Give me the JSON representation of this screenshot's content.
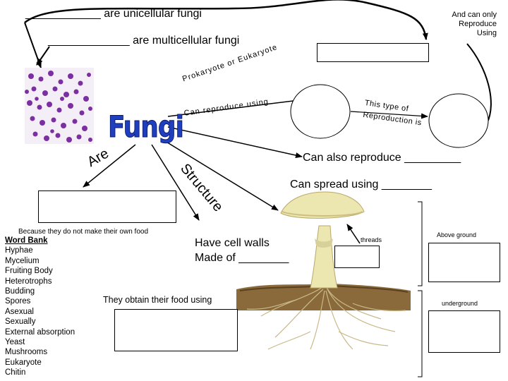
{
  "top": {
    "unicellular": "____________ are unicellular fungi",
    "multicellular": "_____________ are multicellular fungi",
    "only_reproduce": [
      "And can only",
      "Reproduce",
      "Using"
    ]
  },
  "center": {
    "fungi_title": "Fungi",
    "prokaryote_text": "Prokaryote or Eukaryote",
    "reproduce_using": "Can reproduce using",
    "reproduction_type": [
      "This type of",
      "Reproduction is"
    ],
    "also_reproduce": "Can also reproduce _________",
    "spread_using": "Can spread using ________",
    "are": "Are",
    "structure": "Structure"
  },
  "lower": {
    "own_food": "Because they do not make their own food",
    "cell_walls": [
      "Have cell walls",
      "Made of ________"
    ],
    "obtain_food": "They obtain their food using"
  },
  "mushroom_labels": {
    "threads": "threads",
    "above": "Above ground",
    "below": "underground"
  },
  "word_bank": {
    "title": "Word Bank",
    "items": [
      "Hyphae",
      "Mycelium",
      "Fruiting Body",
      "Heterotrophs",
      "Budding",
      "Spores",
      "Asexual",
      "Sexually",
      "External absorption",
      "Yeast",
      "Mushrooms",
      "Eukaryote",
      "Chitin"
    ]
  },
  "colors": {
    "fungi_fill": "#1f3fbf",
    "yeast_cells": "#7b2fa0",
    "cap": "#ece6b0",
    "soil": "#8a6a3a"
  }
}
